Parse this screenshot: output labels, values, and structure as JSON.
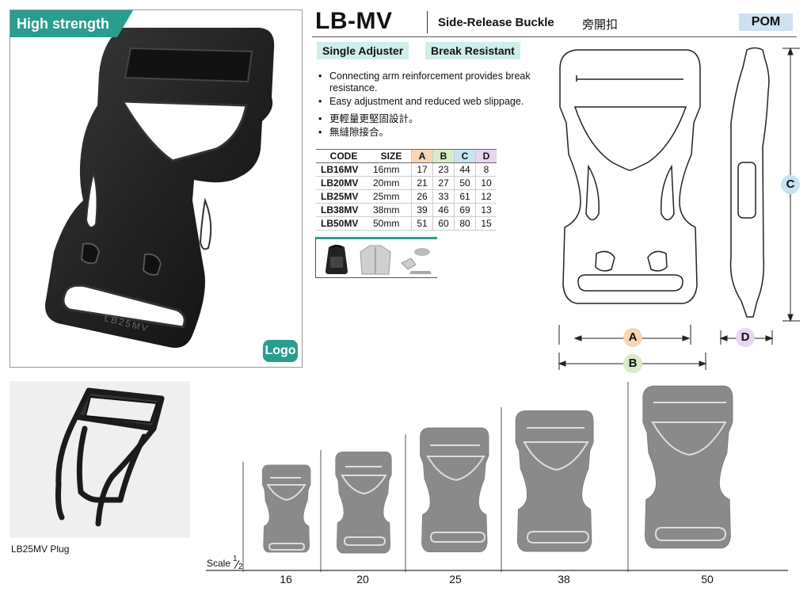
{
  "photo": {
    "badge": "High strength",
    "logo_badge": "Logo",
    "buckle_text": "LB25MV"
  },
  "header": {
    "model": "LB-MV",
    "subtitle_en": "Side-Release Buckle",
    "subtitle_zh": "旁開扣",
    "material": "POM"
  },
  "tags": [
    "Single Adjuster",
    "Break Resistant"
  ],
  "bullets_en": [
    "Connecting arm reinforcement provides break resistance.",
    "Easy adjustment and reduced web slippage."
  ],
  "bullets_zh": [
    "更輕量更堅固設計。",
    "無縫隙接合。"
  ],
  "table": {
    "headers": [
      "CODE",
      "SIZE",
      "A",
      "B",
      "C",
      "D"
    ],
    "rows": [
      [
        "LB16MV",
        "16mm",
        "17",
        "23",
        "44",
        "8"
      ],
      [
        "LB20MV",
        "20mm",
        "21",
        "27",
        "50",
        "10"
      ],
      [
        "LB25MV",
        "25mm",
        "26",
        "33",
        "61",
        "12"
      ],
      [
        "LB38MV",
        "38mm",
        "39",
        "46",
        "69",
        "13"
      ],
      [
        "LB50MV",
        "50mm",
        "51",
        "60",
        "80",
        "15"
      ]
    ],
    "colors": {
      "A": "#f7d5b5",
      "B": "#d8ecc8",
      "C": "#c8e2f0",
      "D": "#e6d6ef"
    }
  },
  "applications": [
    "backpack-icon",
    "jacket-icon",
    "outdoor-gear-icon"
  ],
  "dimensions": {
    "a": "A",
    "b": "B",
    "c": "C",
    "d": "D"
  },
  "plug": {
    "caption": "LB25MV Plug"
  },
  "scale": {
    "label": "Scale",
    "num": "1",
    "den": "2",
    "sizes": [
      "16",
      "20",
      "25",
      "38",
      "50"
    ]
  }
}
